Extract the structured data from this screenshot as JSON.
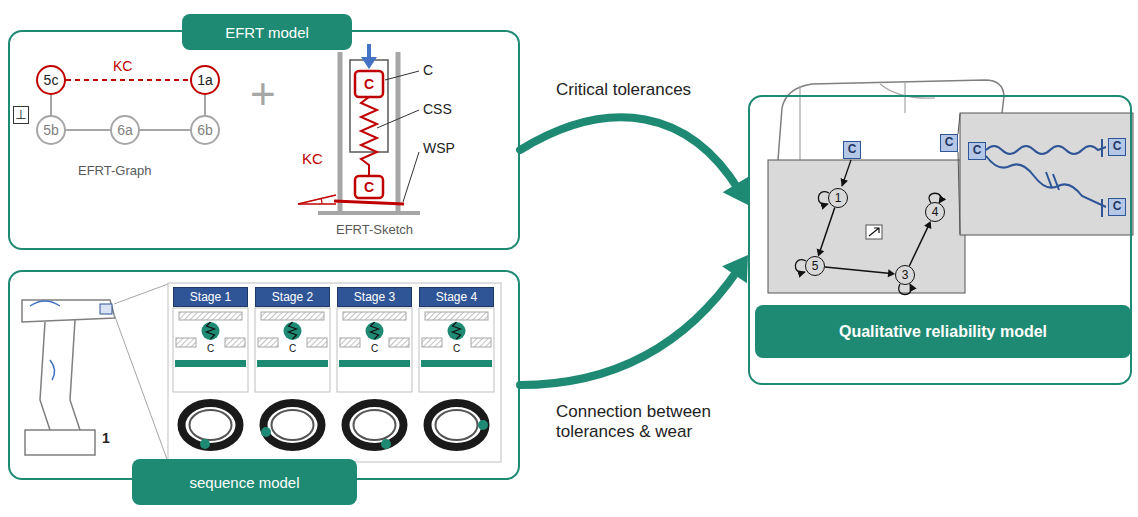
{
  "diagram": {
    "nodes": [
      {
        "text": [
          "EFRT model"
        ]
      },
      {
        "text": [
          "5c"
        ],
        "in": 0
      },
      {
        "text": [
          "1a"
        ],
        "in": 0
      },
      {
        "text": [
          "5b"
        ],
        "in": 0
      },
      {
        "text": [
          "6a"
        ],
        "in": 0
      },
      {
        "text": [
          "6b"
        ],
        "in": 0
      },
      {
        "text": [
          "sequence model"
        ]
      },
      {
        "text": [
          "Stage 1"
        ],
        "in": 6
      },
      {
        "text": [
          "Stage 2"
        ],
        "in": 6
      },
      {
        "text": [
          "Stage 3"
        ],
        "in": 6
      },
      {
        "text": [
          "Stage 4"
        ],
        "in": 6
      },
      {
        "text": [
          "Qualitative reliability model"
        ]
      },
      {
        "text": [
          "1"
        ],
        "in": 11
      },
      {
        "text": [
          "5"
        ],
        "in": 11
      },
      {
        "text": [
          "3"
        ],
        "in": 11
      },
      {
        "text": [
          "4"
        ],
        "in": 11
      }
    ],
    "edges": [
      {
        "from": 1,
        "to": 2,
        "arrow": "none",
        "label": "KC"
      },
      {
        "from": 1,
        "to": 3,
        "arrow": "none"
      },
      {
        "from": 3,
        "to": 4,
        "arrow": "none"
      },
      {
        "from": 4,
        "to": 5,
        "arrow": "none"
      },
      {
        "from": 5,
        "to": 2,
        "arrow": "none"
      },
      {
        "from": 0,
        "to": 11,
        "arrow": "to",
        "label": "Critical tolerances"
      },
      {
        "from": 6,
        "to": 11,
        "arrow": "to",
        "label": "Connection between tolerances & wear"
      },
      {
        "from": 12,
        "to": 13,
        "arrow": "to"
      },
      {
        "from": 13,
        "to": 14,
        "arrow": "to"
      },
      {
        "from": 14,
        "to": 15,
        "arrow": "to"
      }
    ],
    "labels": [
      "⊥",
      "EFRT-Graph",
      "+",
      "C",
      "C",
      "KC",
      "C",
      "CSS",
      "WSP",
      "EFRT-Sketch",
      "1",
      "C",
      "C",
      "C",
      "C",
      "C",
      "C",
      "C",
      "C",
      "C"
    ]
  }
}
